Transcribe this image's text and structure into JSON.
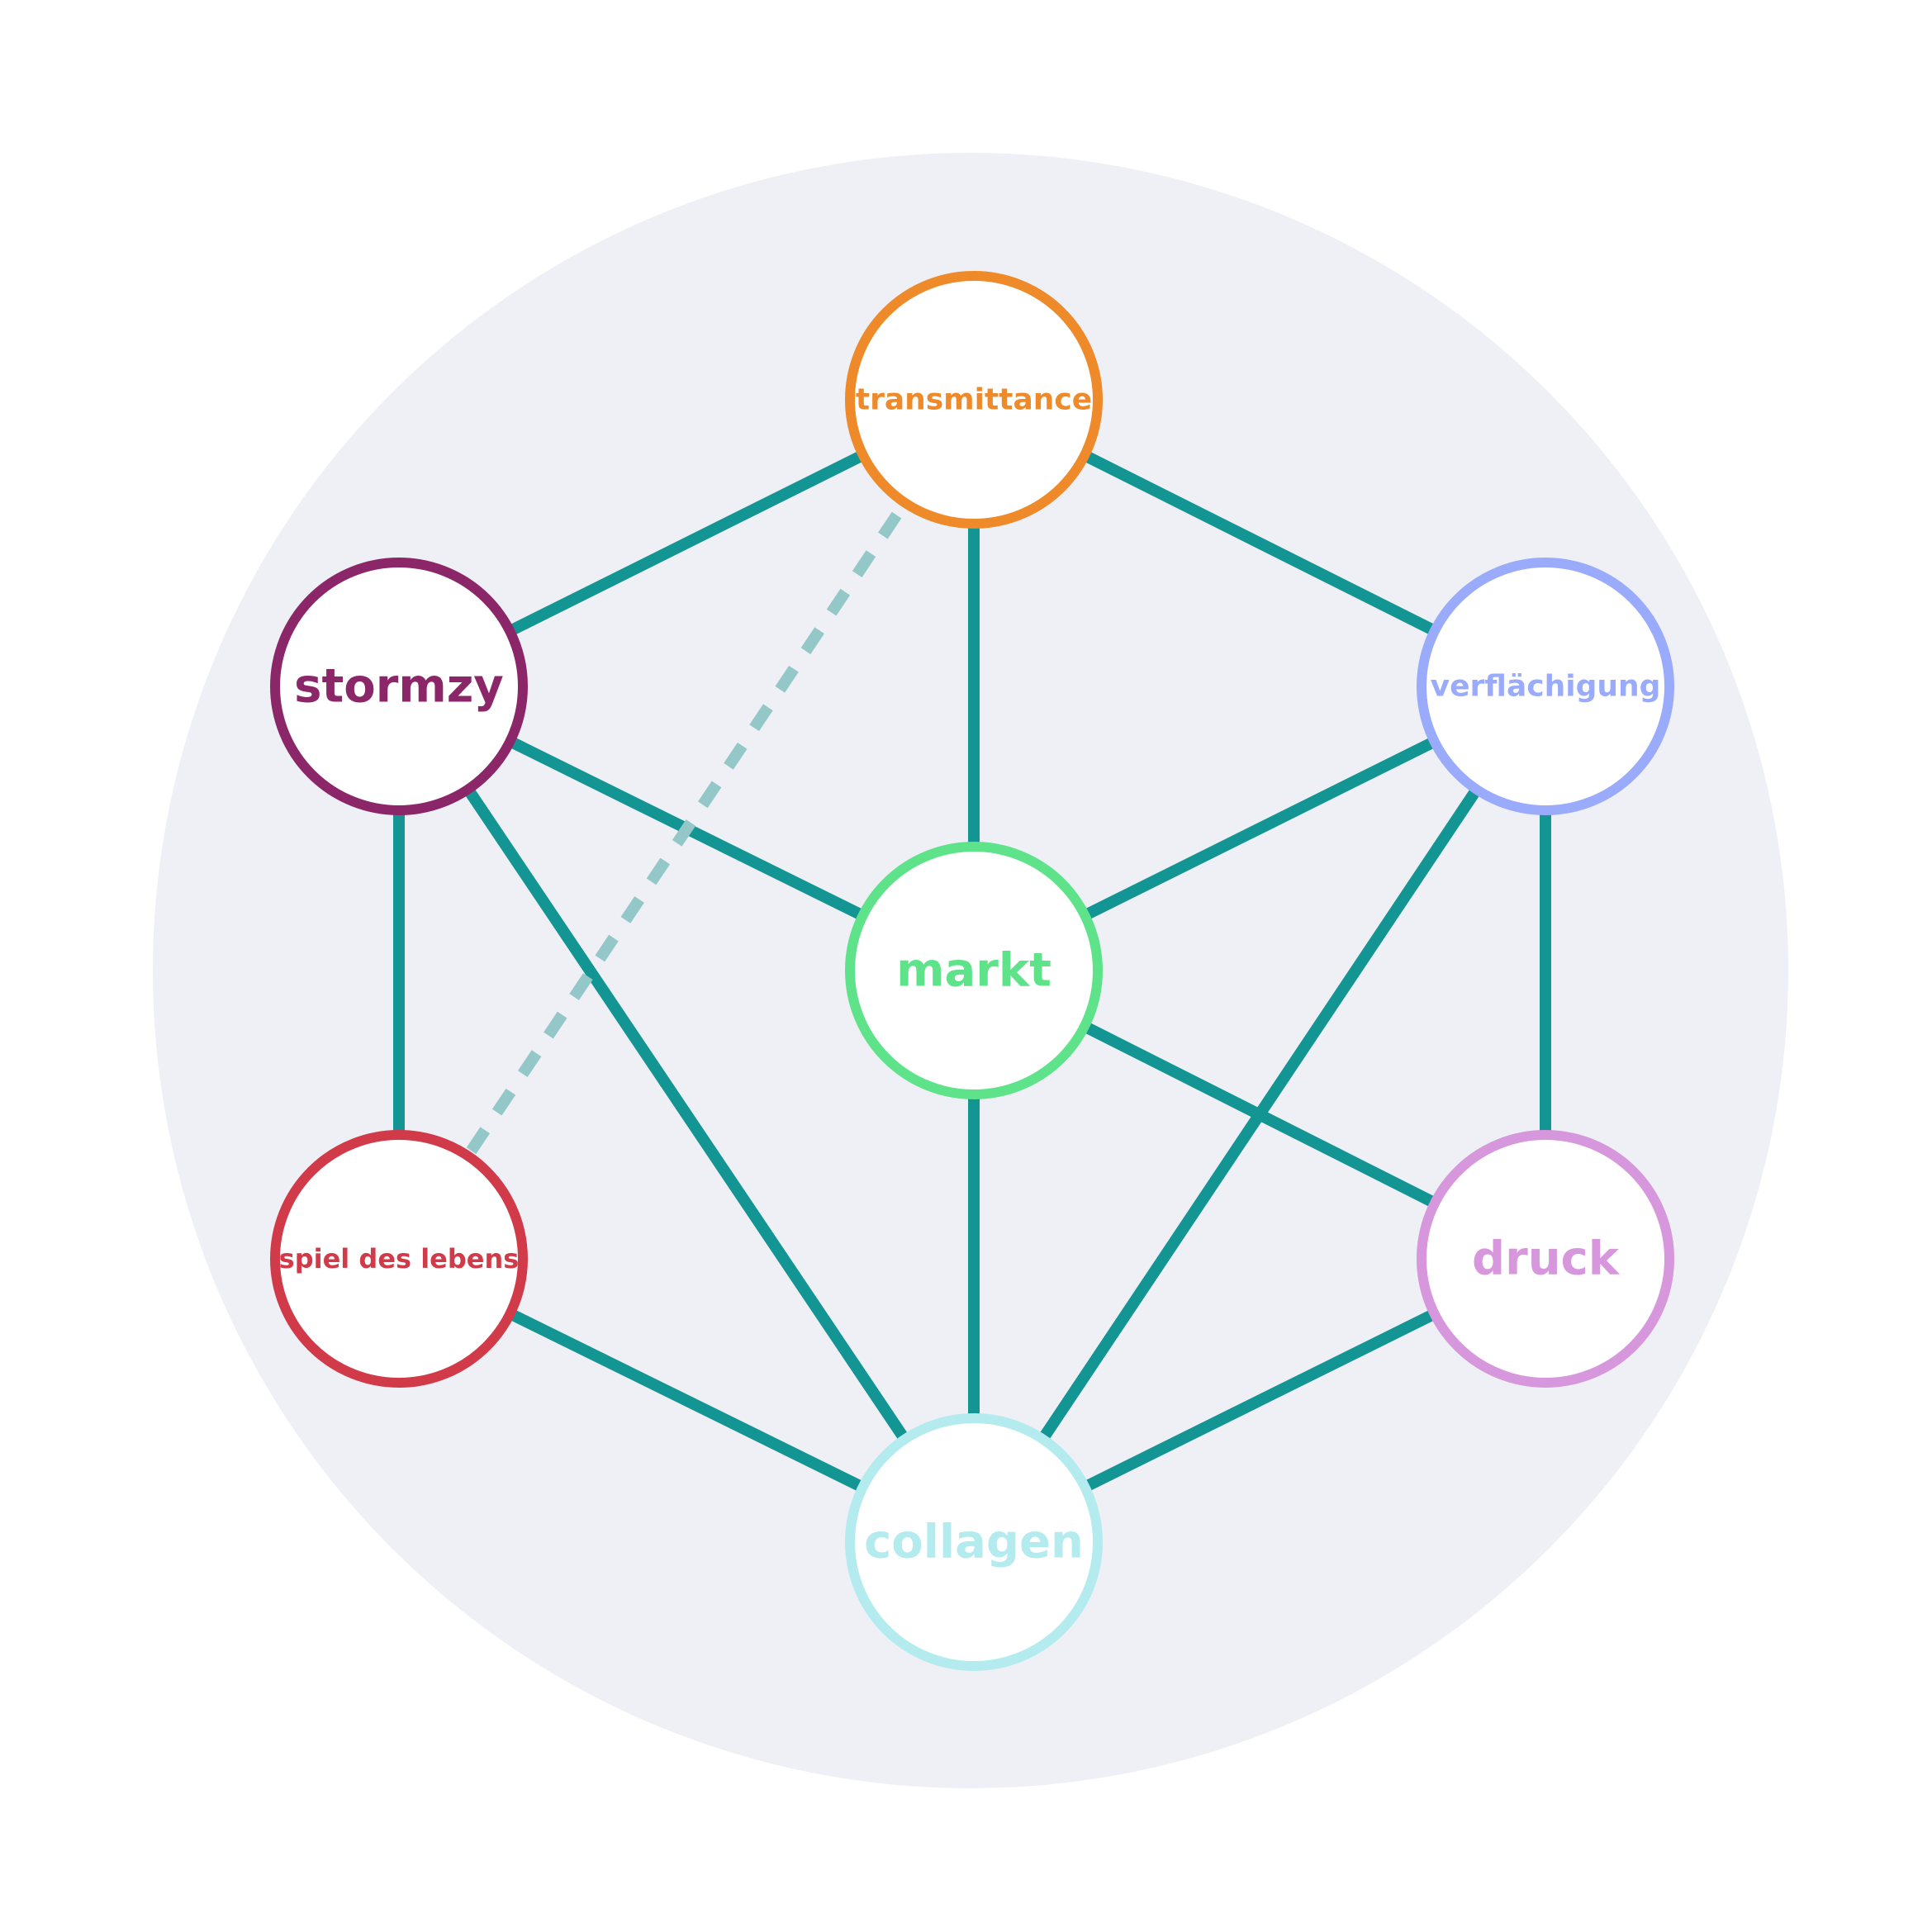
{
  "diagram": {
    "background_color": "#eff0f5",
    "edge_color": "#139593",
    "dashed_edge_color": "#94c7c8",
    "nodes": [
      {
        "id": "transmittance",
        "label": "transmittance",
        "color": "#ee8a2a"
      },
      {
        "id": "stormzy",
        "label": "stormzy",
        "color": "#8b2668"
      },
      {
        "id": "verflaechigung",
        "label": "verflächigung",
        "color": "#9aabfb"
      },
      {
        "id": "markt",
        "label": "markt",
        "color": "#5ee38a"
      },
      {
        "id": "spiel_des_lebens",
        "label": "spiel des lebens",
        "color": "#d13b49"
      },
      {
        "id": "druck",
        "label": "druck",
        "color": "#d697dc"
      },
      {
        "id": "collagen",
        "label": "collagen",
        "color": "#b4ebef"
      }
    ],
    "edges": [
      {
        "from": "transmittance",
        "to": "stormzy",
        "style": "solid"
      },
      {
        "from": "transmittance",
        "to": "verflaechigung",
        "style": "solid"
      },
      {
        "from": "transmittance",
        "to": "markt",
        "style": "solid"
      },
      {
        "from": "stormzy",
        "to": "markt",
        "style": "solid"
      },
      {
        "from": "stormzy",
        "to": "spiel_des_lebens",
        "style": "solid"
      },
      {
        "from": "stormzy",
        "to": "collagen",
        "style": "solid"
      },
      {
        "from": "verflaechigung",
        "to": "markt",
        "style": "solid"
      },
      {
        "from": "verflaechigung",
        "to": "druck",
        "style": "solid"
      },
      {
        "from": "verflaechigung",
        "to": "collagen",
        "style": "solid"
      },
      {
        "from": "markt",
        "to": "druck",
        "style": "solid"
      },
      {
        "from": "markt",
        "to": "collagen",
        "style": "solid"
      },
      {
        "from": "spiel_des_lebens",
        "to": "collagen",
        "style": "solid"
      },
      {
        "from": "druck",
        "to": "collagen",
        "style": "solid"
      },
      {
        "from": "transmittance",
        "to": "spiel_des_lebens",
        "style": "dashed"
      }
    ]
  }
}
